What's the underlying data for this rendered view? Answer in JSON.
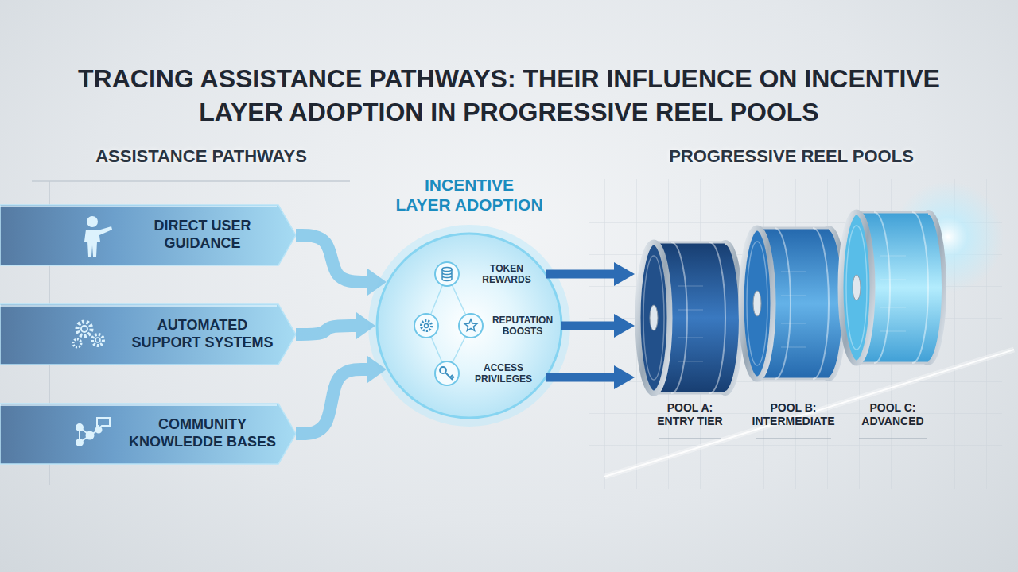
{
  "diagram": {
    "title": "TRACING ASSISTANCE PATHWAYS: THEIR INFLUENCE ON INCENTIVE LAYER ADOPTION IN PROGRESSIVE REEL POOLS",
    "nodes": [
      {
        "text": [
          "DIRECT USER GUIDANCE"
        ]
      },
      {
        "text": [
          "AUTOMATED SUPPORT SYSTEMS"
        ]
      },
      {
        "text": [
          "COMMUNITY KNOWLEDDE BASES"
        ]
      },
      {
        "text": [
          "INCENTIVE LAYER ADOPTION",
          "TOKEN REWARDS",
          "REPUTATION BOOSTS",
          "ACCESS PRIVILEGES"
        ]
      },
      {
        "text": [
          "POOL A: ENTRY TIER"
        ]
      },
      {
        "text": [
          "POOL B: INTERMEDIATE"
        ]
      },
      {
        "text": [
          "POOL C: ADVANCED"
        ]
      }
    ],
    "edges": [
      {
        "from": 0,
        "to": 3,
        "arrow": "to"
      },
      {
        "from": 1,
        "to": 3,
        "arrow": "to"
      },
      {
        "from": 2,
        "to": 3,
        "arrow": "to"
      },
      {
        "from": 3,
        "to": 4,
        "arrow": "to"
      },
      {
        "from": 3,
        "to": 4,
        "arrow": "to"
      },
      {
        "from": 3,
        "to": 4,
        "arrow": "to"
      }
    ],
    "labels": [
      "ASSISTANCE PATHWAYS",
      "PROGRESSIVE REEL POOLS"
    ]
  }
}
